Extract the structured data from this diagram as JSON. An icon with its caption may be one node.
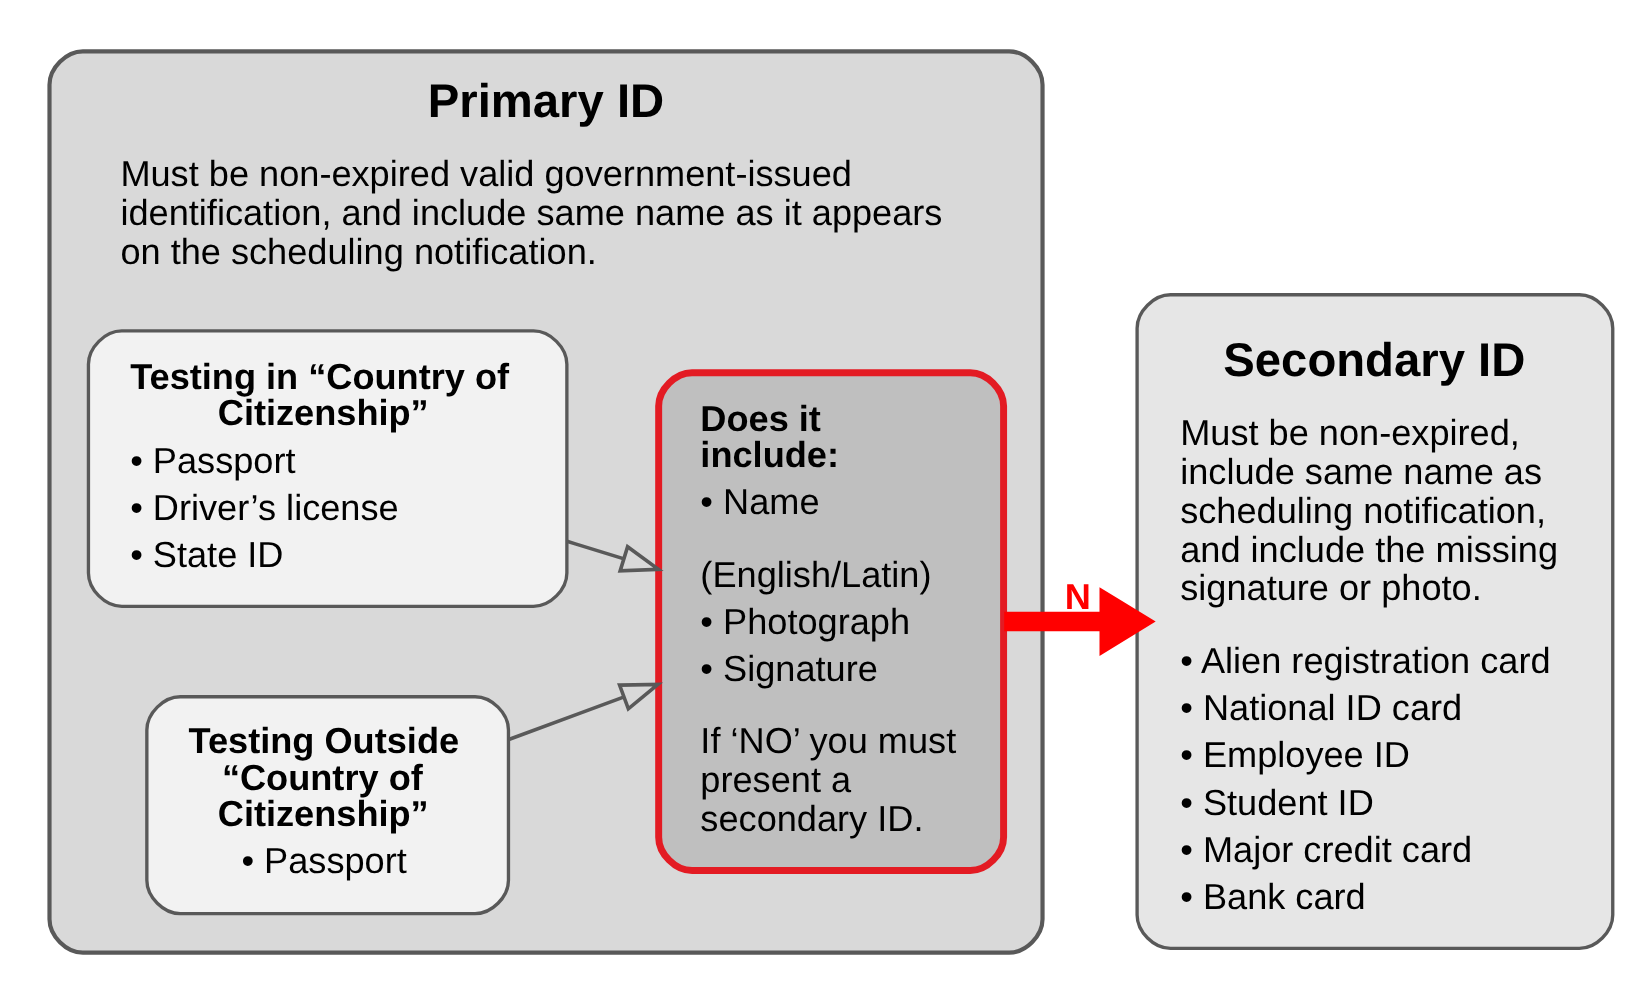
{
  "diagram": {
    "nodes": [
      {
        "text": [
          "Primary ID",
          "Must be non-expired valid government-issued identification, and include same name as it appears on the scheduling notification."
        ]
      },
      {
        "text": [
          "Testing in “Country of Citizenship”",
          "• Passport",
          "• Driver’s license",
          "• State ID"
        ],
        "in": 0
      },
      {
        "text": [
          "Testing Outside “Country of Citizenship”",
          "• Passport"
        ],
        "in": 0
      },
      {
        "text": [
          "Does it include:",
          "• Name",
          "(English/Latin)",
          "• Photograph",
          "• Signature",
          "If ‘NO’ you must present a secondary ID."
        ],
        "in": 0
      },
      {
        "text": [
          "Secondary ID",
          "Must be non-expired, include same name as scheduling notification, and include the missing signature or photo.",
          "• Alien registration card",
          "• National ID card",
          "• Employee ID",
          "• Student ID",
          "• Major credit card",
          "• Bank card"
        ]
      }
    ],
    "edges": [
      {
        "from": 1,
        "to": 3,
        "arrow": "to"
      },
      {
        "from": 2,
        "to": 3,
        "arrow": "to"
      },
      {
        "from": 3,
        "to": 4,
        "arrow": "to",
        "label": "N",
        "style": "thick",
        "color": "#ff0000"
      }
    ]
  }
}
